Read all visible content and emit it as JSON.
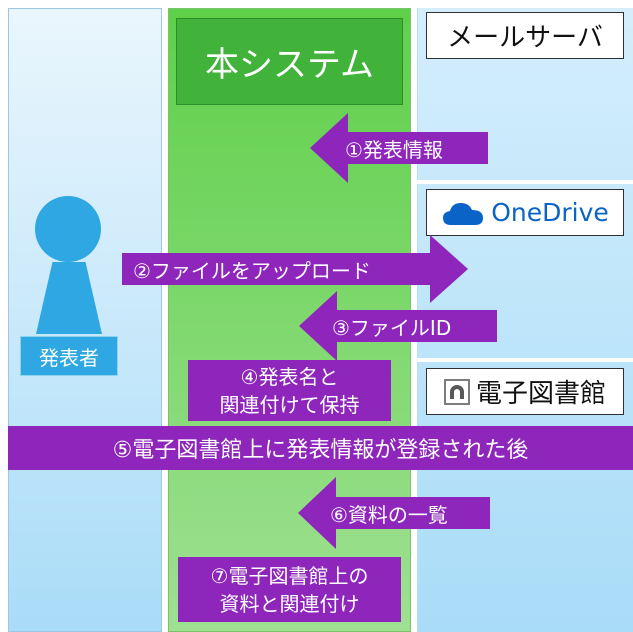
{
  "system_title": "本システム",
  "mail_server": "メールサーバ",
  "onedrive": {
    "label": "OneDrive",
    "icon": "cloud-icon",
    "color": "#0a63c7"
  },
  "library": {
    "label": "電子図書館",
    "icon": "library-logo-icon"
  },
  "presenter_label": "発表者",
  "steps": {
    "s1": "①発表情報",
    "s2": "②ファイルをアップロード",
    "s3": "③ファイルID",
    "s4_line1": "④発表名と",
    "s4_line2": "関連付けて保持",
    "s5": "⑤電子図書館上に発表情報が登録された後",
    "s6": "⑥資料の一覧",
    "s7_line1": "⑦電子図書館上の",
    "s7_line2": "資料と関連付け"
  },
  "colors": {
    "system_green": "#41b33a",
    "arrow_purple": "#8f26bb",
    "presenter_blue": "#2ea7e3"
  }
}
